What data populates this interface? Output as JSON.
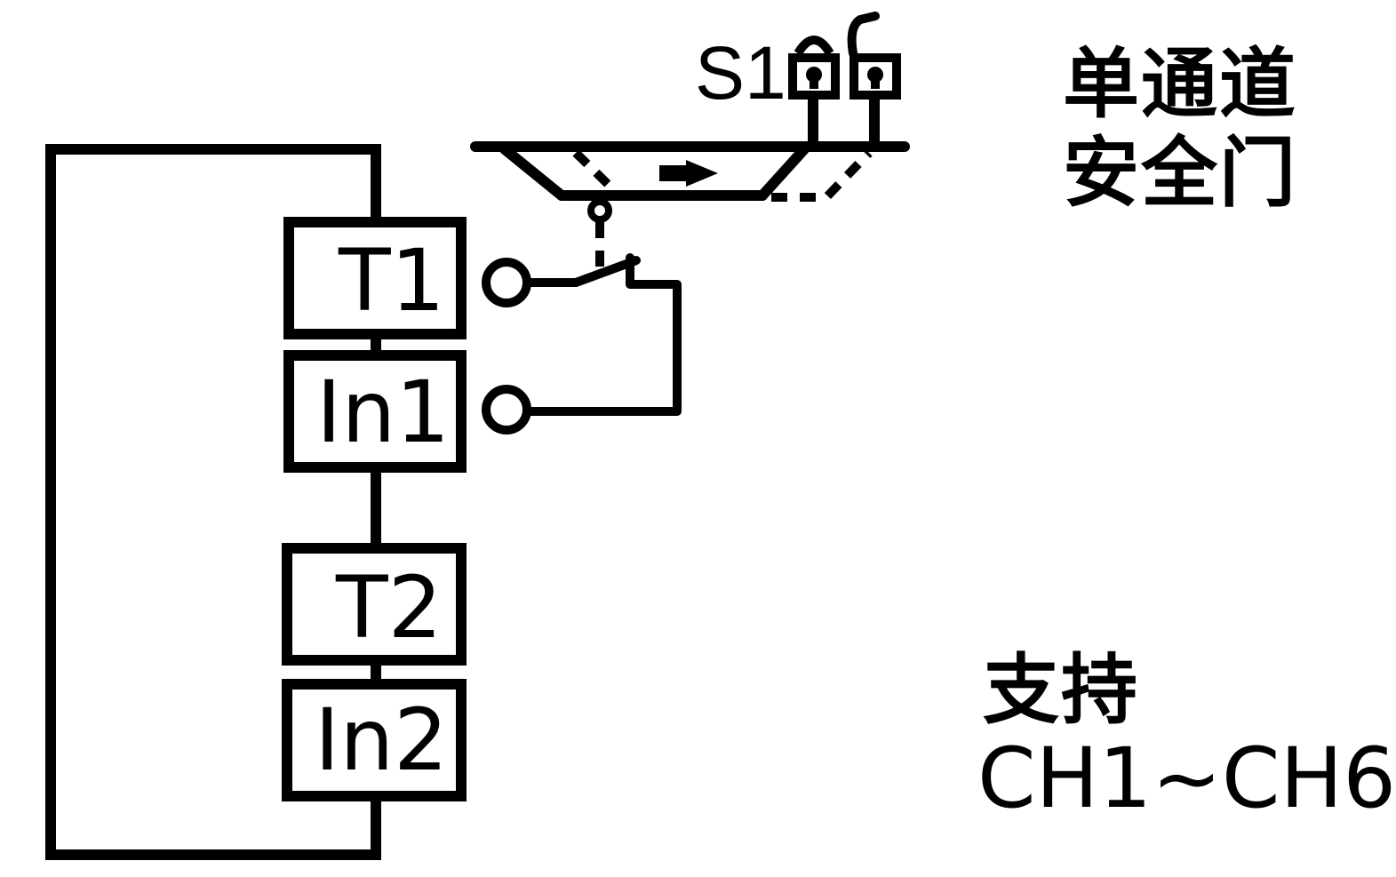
{
  "switch_label": "S1",
  "terminals": [
    {
      "id": "t1",
      "label": "T1"
    },
    {
      "id": "in1",
      "label": "In1"
    },
    {
      "id": "t2",
      "label": "T2"
    },
    {
      "id": "in2",
      "label": "In2"
    }
  ],
  "title": {
    "line1": "单通道",
    "line2": "安全门"
  },
  "support": {
    "line1": "支持",
    "line2": "CH1~CH6"
  },
  "colors": {
    "stroke": "#000000",
    "background": "#ffffff"
  }
}
